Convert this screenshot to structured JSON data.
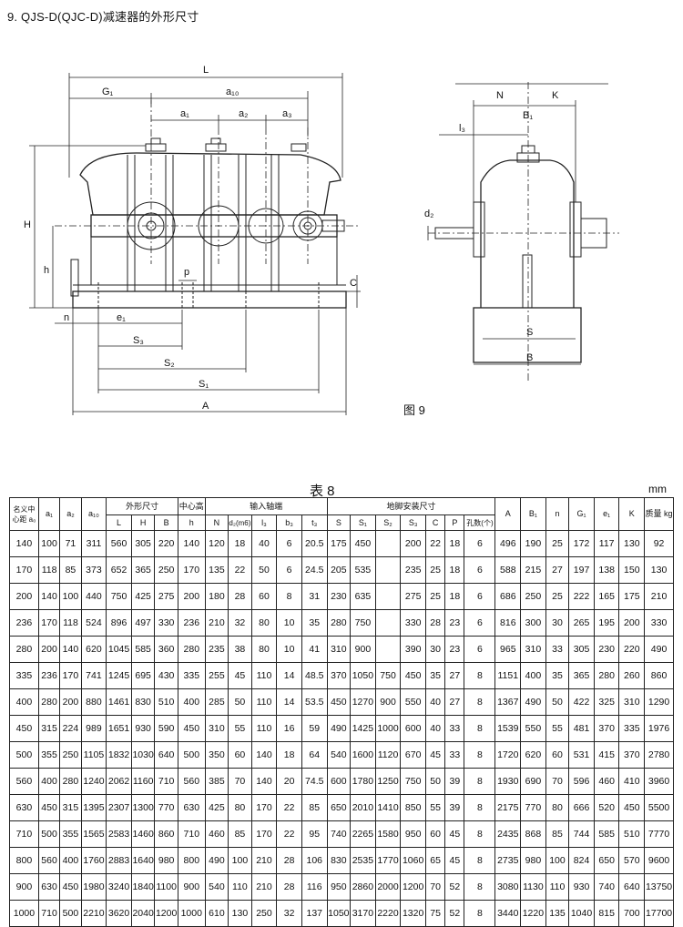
{
  "title": "9. QJS-D(QJC-D)减速器的外形尺寸",
  "figure_label": "图 9",
  "table_title": "表 8",
  "unit": "mm",
  "dims_front": {
    "L": "L",
    "G1": "G₁",
    "a10": "a₁₀",
    "a1": "a₁",
    "a2": "a₂",
    "a3": "a₃",
    "H": "H",
    "h": "h",
    "p": "p",
    "C": "C",
    "n": "n",
    "e1": "e₁",
    "S3": "S₃",
    "S2": "S₂",
    "S1": "S₁",
    "A": "A"
  },
  "dims_side": {
    "N": "N",
    "K": "K",
    "l3": "l₃",
    "B1": "B₁",
    "d2": "d₂",
    "S": "S",
    "B": "B"
  },
  "headers": {
    "nominal_a": "名义中心距 a₀",
    "a1": "a₁",
    "a2": "a₂",
    "a10": "a₁₀",
    "outer_group": "外形尺寸",
    "L": "L",
    "H": "H",
    "B": "B",
    "center_group": "中心高",
    "h": "h",
    "input_group": "输入轴端",
    "N": "N",
    "d2": "d₂(m6)",
    "l3": "l₃",
    "b3": "b₃",
    "t3": "t₃",
    "foot_group": "地脚安装尺寸",
    "S": "S",
    "S1": "S₁",
    "S2": "S₂",
    "S3": "S₃",
    "C": "C",
    "P": "P",
    "holes": "孔数(个)",
    "A": "A",
    "B1": "B₁",
    "n": "n",
    "G1": "G₁",
    "e1": "e₁",
    "K": "K",
    "mass": "质量 kg"
  },
  "rows": [
    [
      "140",
      "100",
      "71",
      "311",
      "560",
      "305",
      "220",
      "140",
      "120",
      "18",
      "40",
      "6",
      "20.5",
      "175",
      "450",
      "",
      "200",
      "22",
      "18",
      "6",
      "496",
      "190",
      "25",
      "172",
      "117",
      "130",
      "92"
    ],
    [
      "170",
      "118",
      "85",
      "373",
      "652",
      "365",
      "250",
      "170",
      "135",
      "22",
      "50",
      "6",
      "24.5",
      "205",
      "535",
      "",
      "235",
      "25",
      "18",
      "6",
      "588",
      "215",
      "27",
      "197",
      "138",
      "150",
      "130"
    ],
    [
      "200",
      "140",
      "100",
      "440",
      "750",
      "425",
      "275",
      "200",
      "180",
      "28",
      "60",
      "8",
      "31",
      "230",
      "635",
      "",
      "275",
      "25",
      "18",
      "6",
      "686",
      "250",
      "25",
      "222",
      "165",
      "175",
      "210"
    ],
    [
      "236",
      "170",
      "118",
      "524",
      "896",
      "497",
      "330",
      "236",
      "210",
      "32",
      "80",
      "10",
      "35",
      "280",
      "750",
      "",
      "330",
      "28",
      "23",
      "6",
      "816",
      "300",
      "30",
      "265",
      "195",
      "200",
      "330"
    ],
    [
      "280",
      "200",
      "140",
      "620",
      "1045",
      "585",
      "360",
      "280",
      "235",
      "38",
      "80",
      "10",
      "41",
      "310",
      "900",
      "",
      "390",
      "30",
      "23",
      "6",
      "965",
      "310",
      "33",
      "305",
      "230",
      "220",
      "490"
    ],
    [
      "335",
      "236",
      "170",
      "741",
      "1245",
      "695",
      "430",
      "335",
      "255",
      "45",
      "110",
      "14",
      "48.5",
      "370",
      "1050",
      "750",
      "450",
      "35",
      "27",
      "8",
      "1151",
      "400",
      "35",
      "365",
      "280",
      "260",
      "860"
    ],
    [
      "400",
      "280",
      "200",
      "880",
      "1461",
      "830",
      "510",
      "400",
      "285",
      "50",
      "110",
      "14",
      "53.5",
      "450",
      "1270",
      "900",
      "550",
      "40",
      "27",
      "8",
      "1367",
      "490",
      "50",
      "422",
      "325",
      "310",
      "1290"
    ],
    [
      "450",
      "315",
      "224",
      "989",
      "1651",
      "930",
      "590",
      "450",
      "310",
      "55",
      "110",
      "16",
      "59",
      "490",
      "1425",
      "1000",
      "600",
      "40",
      "33",
      "8",
      "1539",
      "550",
      "55",
      "481",
      "370",
      "335",
      "1976"
    ],
    [
      "500",
      "355",
      "250",
      "1105",
      "1832",
      "1030",
      "640",
      "500",
      "350",
      "60",
      "140",
      "18",
      "64",
      "540",
      "1600",
      "1120",
      "670",
      "45",
      "33",
      "8",
      "1720",
      "620",
      "60",
      "531",
      "415",
      "370",
      "2780"
    ],
    [
      "560",
      "400",
      "280",
      "1240",
      "2062",
      "1160",
      "710",
      "560",
      "385",
      "70",
      "140",
      "20",
      "74.5",
      "600",
      "1780",
      "1250",
      "750",
      "50",
      "39",
      "8",
      "1930",
      "690",
      "70",
      "596",
      "460",
      "410",
      "3960"
    ],
    [
      "630",
      "450",
      "315",
      "1395",
      "2307",
      "1300",
      "770",
      "630",
      "425",
      "80",
      "170",
      "22",
      "85",
      "650",
      "2010",
      "1410",
      "850",
      "55",
      "39",
      "8",
      "2175",
      "770",
      "80",
      "666",
      "520",
      "450",
      "5500"
    ],
    [
      "710",
      "500",
      "355",
      "1565",
      "2583",
      "1460",
      "860",
      "710",
      "460",
      "85",
      "170",
      "22",
      "95",
      "740",
      "2265",
      "1580",
      "950",
      "60",
      "45",
      "8",
      "2435",
      "868",
      "85",
      "744",
      "585",
      "510",
      "7770"
    ],
    [
      "800",
      "560",
      "400",
      "1760",
      "2883",
      "1640",
      "980",
      "800",
      "490",
      "100",
      "210",
      "28",
      "106",
      "830",
      "2535",
      "1770",
      "1060",
      "65",
      "45",
      "8",
      "2735",
      "980",
      "100",
      "824",
      "650",
      "570",
      "9600"
    ],
    [
      "900",
      "630",
      "450",
      "1980",
      "3240",
      "1840",
      "1100",
      "900",
      "540",
      "110",
      "210",
      "28",
      "116",
      "950",
      "2860",
      "2000",
      "1200",
      "70",
      "52",
      "8",
      "3080",
      "1130",
      "110",
      "930",
      "740",
      "640",
      "13750"
    ],
    [
      "1000",
      "710",
      "500",
      "2210",
      "3620",
      "2040",
      "1200",
      "1000",
      "610",
      "130",
      "250",
      "32",
      "137",
      "1050",
      "3170",
      "2220",
      "1320",
      "75",
      "52",
      "8",
      "3440",
      "1220",
      "135",
      "1040",
      "815",
      "700",
      "17700"
    ]
  ]
}
